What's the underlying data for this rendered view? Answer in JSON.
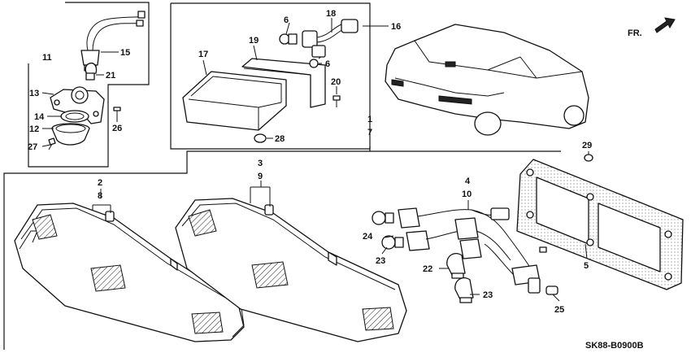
{
  "diagram": {
    "callouts": {
      "c1": "1",
      "c2": "2",
      "c3": "3",
      "c4": "4",
      "c5": "5",
      "c6a": "6",
      "c6b": "6",
      "c7": "7",
      "c8": "8",
      "c9": "9",
      "c10": "10",
      "c11": "11",
      "c12": "12",
      "c13": "13",
      "c14": "14",
      "c15": "15",
      "c16": "16",
      "c17": "17",
      "c18": "18",
      "c19": "19",
      "c20": "20",
      "c21": "21",
      "c22": "22",
      "c23a": "23",
      "c23b": "23",
      "c24": "24",
      "c25": "25",
      "c26": "26",
      "c27": "27",
      "c28": "28",
      "c29": "29"
    },
    "direction_label": "FR.",
    "diagram_code": "SK88-B0900B"
  }
}
